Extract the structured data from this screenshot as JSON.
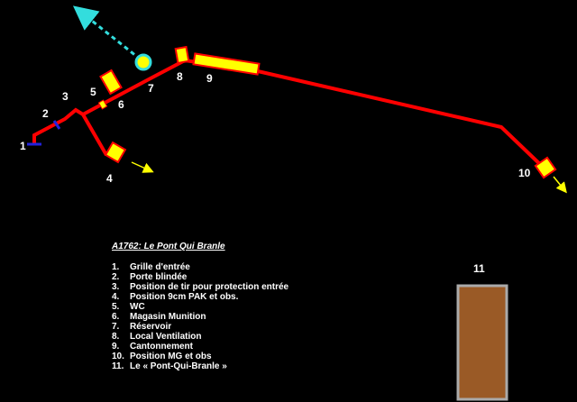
{
  "title": "A1762: Le Pont Qui Branle",
  "colors": {
    "background": "#000000",
    "gallery": "#ff0000",
    "block_fill": "#ffff00",
    "block_stroke": "#ff0000",
    "gate": "#2222dd",
    "ventilation": "#33dddd",
    "arrow": "#ffff00",
    "bridge_fill": "#9a5a26",
    "bridge_stroke": "#aaaaaa"
  },
  "labels": {
    "n1": "1",
    "n2": "2",
    "n3": "3",
    "n4": "4",
    "n5": "5",
    "n6": "6",
    "n7": "7",
    "n8": "8",
    "n9": "9",
    "n10": "10",
    "n11": "11"
  },
  "legend": [
    {
      "num": "1.",
      "text": "Grille d'entrée"
    },
    {
      "num": "2.",
      "text": "Porte blindée"
    },
    {
      "num": "3.",
      "text": "Position de tir pour protection entrée"
    },
    {
      "num": "4.",
      "text": "Position 9cm  PAK et obs."
    },
    {
      "num": "5.",
      "text": "WC"
    },
    {
      "num": "6.",
      "text": "Magasin Munition"
    },
    {
      "num": "7.",
      "text": "Réservoir"
    },
    {
      "num": "8.",
      "text": "Local Ventilation"
    },
    {
      "num": "9.",
      "text": "Cantonnement"
    },
    {
      "num": "10.",
      "text": "Position MG et obs"
    },
    {
      "num": "11.",
      "text": "Le « Pont-Qui-Branle »"
    }
  ]
}
